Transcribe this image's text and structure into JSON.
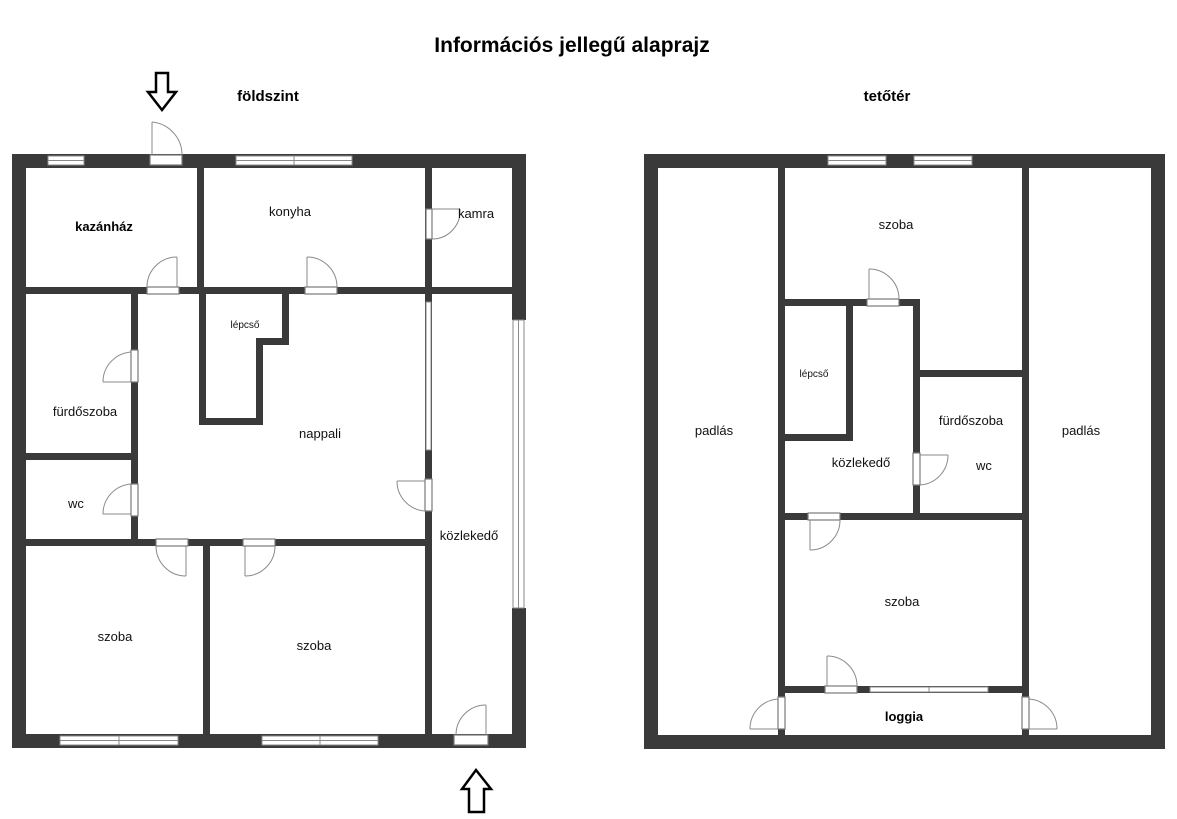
{
  "title": "Információs jellegű alaprajz",
  "floors": {
    "ground": {
      "label": "földszint",
      "rooms": {
        "kazanhaz": "kazánház",
        "konyha": "konyha",
        "kamra": "kamra",
        "lepcso": "lépcső",
        "furdoszoba": "fürdőszoba",
        "nappali": "nappali",
        "wc": "wc",
        "kozlekedo": "közlekedő",
        "szoba_left": "szoba",
        "szoba_mid": "szoba"
      }
    },
    "attic": {
      "label": "tetőtér",
      "rooms": {
        "padlas_left": "padlás",
        "szoba_top": "szoba",
        "lepcso": "lépcső",
        "furdoszoba": "fürdőszoba",
        "wc": "wc",
        "kozlekedo": "közlekedő",
        "padlas_right": "padlás",
        "szoba_bottom": "szoba",
        "loggia": "loggia"
      }
    }
  }
}
